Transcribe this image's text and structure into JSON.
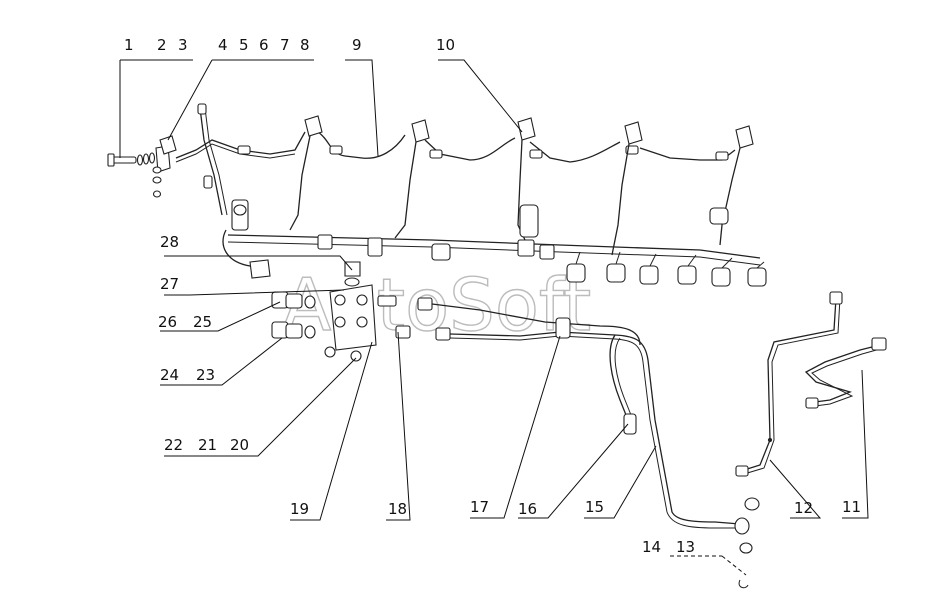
{
  "watermark": "AutoSoft",
  "callouts": {
    "c1": "1",
    "c2": "2",
    "c3": "3",
    "c4": "4",
    "c5": "5",
    "c6": "6",
    "c7": "7",
    "c8": "8",
    "c9": "9",
    "c10": "10",
    "c11": "11",
    "c12": "12",
    "c13": "13",
    "c14": "14",
    "c15": "15",
    "c16": "16",
    "c17": "17",
    "c18": "18",
    "c19": "19",
    "c20": "20",
    "c21": "21",
    "c22": "22",
    "c23": "23",
    "c24": "24",
    "c25": "25",
    "c26": "26",
    "c27": "27",
    "c28": "28"
  }
}
